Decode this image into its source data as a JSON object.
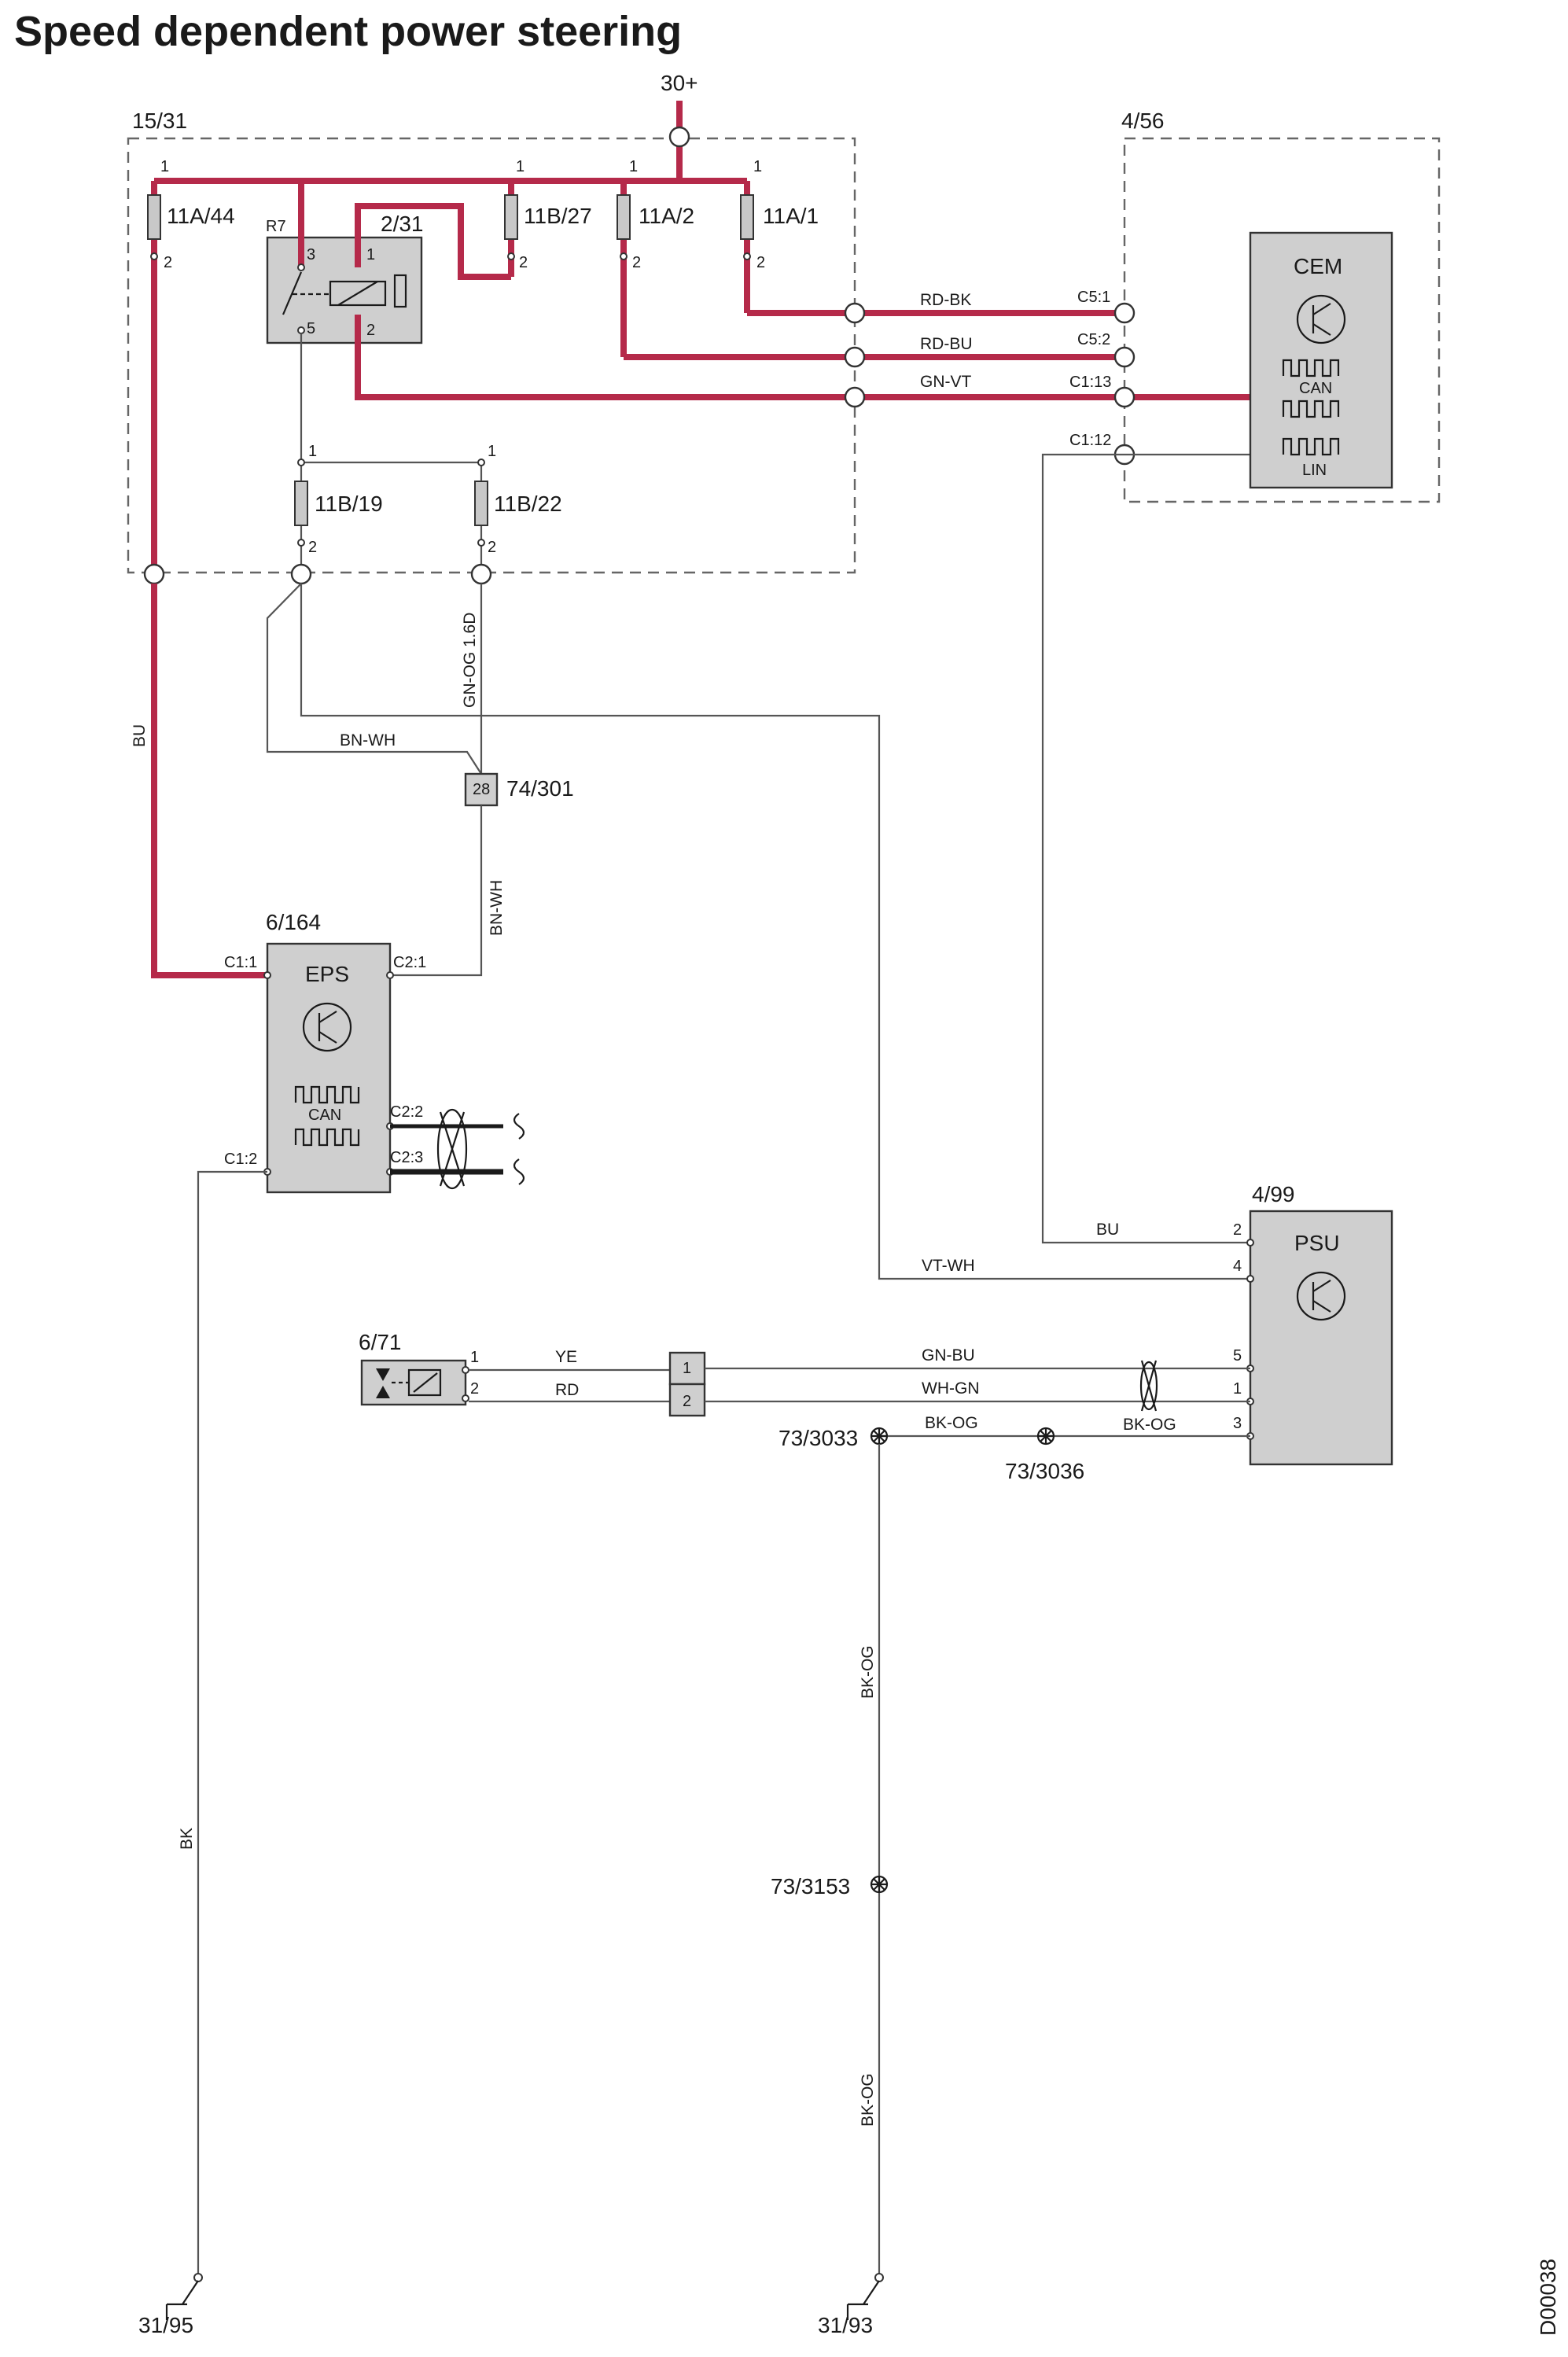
{
  "title": "Speed dependent power steering",
  "supply": "30+",
  "doc_id": "D00038",
  "units": {
    "fuse_box": "15/31",
    "cem_box": "4/56",
    "relay_box": "2/31",
    "relay": "R7",
    "eps_ref": "6/164",
    "psu_ref": "4/99",
    "sensor_ref": "6/71",
    "connector_74": "74/301",
    "connector_74_pin": "28"
  },
  "fuses": {
    "f_11a44": "11A/44",
    "f_11b27": "11B/27",
    "f_11a2": "11A/2",
    "f_11a1": "11A/1",
    "f_11b19": "11B/19",
    "f_11b22": "11B/22"
  },
  "modules": {
    "cem": {
      "name": "CEM",
      "can": "CAN",
      "lin": "LIN"
    },
    "eps": {
      "name": "EPS",
      "can": "CAN"
    },
    "psu": {
      "name": "PSU"
    }
  },
  "pins": {
    "cem_c51": "C5:1",
    "cem_c52": "C5:2",
    "cem_c113": "C1:13",
    "cem_c112": "C1:12",
    "eps_c11": "C1:1",
    "eps_c21": "C2:1",
    "eps_c22": "C2:2",
    "eps_c23": "C2:3",
    "eps_c12": "C1:2",
    "psu_2": "2",
    "psu_4": "4",
    "psu_5": "5",
    "psu_1": "1",
    "psu_3": "3",
    "sensor_1": "1",
    "sensor_2": "2",
    "conn_1": "1",
    "conn_2": "2",
    "p1": "1",
    "p2": "2",
    "p3": "3",
    "p5": "5"
  },
  "wires": {
    "rd_bk": "RD-BK",
    "rd_bu": "RD-BU",
    "gn_vt": "GN-VT",
    "bu_left": "BU",
    "bn_wh_1": "BN-WH",
    "bn_wh_2": "BN-WH",
    "gn_og": "GN-OG 1.6D",
    "vt_wh": "VT-WH",
    "bu_psu": "BU",
    "ye": "YE",
    "rd": "RD",
    "gn_bu": "GN-BU",
    "wh_gn": "WH-GN",
    "bk_og_1": "BK-OG",
    "bk_og_2": "BK-OG",
    "bk_og_v1": "BK-OG",
    "bk_og_v2": "BK-OG",
    "bk": "BK"
  },
  "splices": {
    "s3033": "73/3033",
    "s3036": "73/3036",
    "s3153": "73/3153"
  },
  "grounds": {
    "g95": "31/95",
    "g93": "31/93"
  },
  "colors": {
    "power_wire": "#b52a4a",
    "signal_wire": "#555555",
    "component_fill": "#cfcfcf"
  }
}
